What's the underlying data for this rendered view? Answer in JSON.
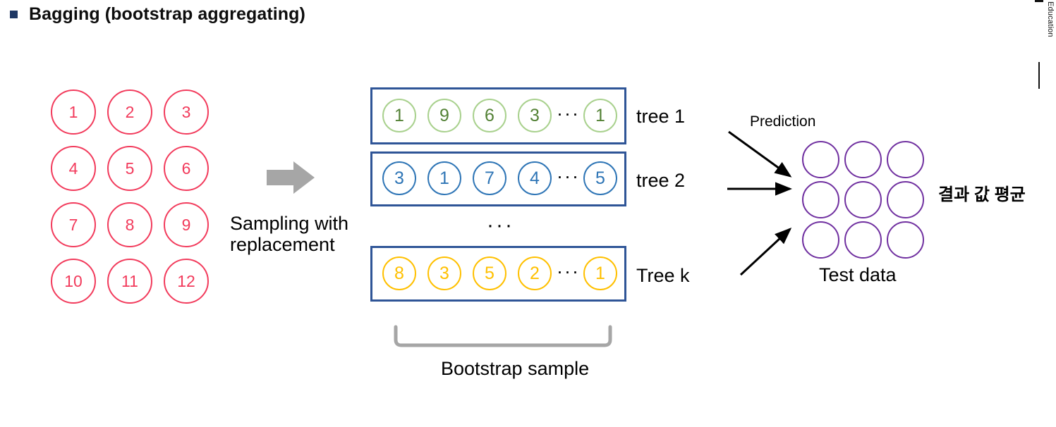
{
  "slide": {
    "title": "Bagging (bootstrap aggregating)",
    "bullet_color": "#1F3864",
    "side_text": "Education"
  },
  "source_grid": {
    "name": "original-dataset",
    "color": "#F23B5C",
    "rows": [
      [
        "1",
        "2",
        "3"
      ],
      [
        "4",
        "5",
        "6"
      ],
      [
        "7",
        "8",
        "9"
      ],
      [
        "10",
        "11",
        "12"
      ]
    ]
  },
  "sampling": {
    "label": "Sampling with\nreplacement",
    "arrow_color": "#A6A6A6"
  },
  "trees": [
    {
      "label": "tree 1",
      "stroke": "#A9D18E",
      "text_color": "#538135",
      "values": [
        "1",
        "9",
        "6",
        "3"
      ],
      "ellipsis": "···",
      "last": "1"
    },
    {
      "label": "tree 2",
      "stroke": "#2E75B6",
      "text_color": "#2E75B6",
      "values": [
        "3",
        "1",
        "7",
        "4"
      ],
      "ellipsis": "···",
      "last": "5"
    },
    {
      "label": "Tree k",
      "stroke": "#FFC000",
      "text_color": "#FFC000",
      "values": [
        "8",
        "3",
        "5",
        "2"
      ],
      "ellipsis": "···",
      "last": "1"
    }
  ],
  "between_trees_ellipsis": "···",
  "bracket": {
    "label": "Bootstrap sample",
    "color": "#A6A6A6"
  },
  "prediction": {
    "label": "Prediction",
    "arrow_color": "#000000",
    "arrow_count": 3
  },
  "test_data": {
    "label": "Test data",
    "circle_color": "#7030A0",
    "rows": 3,
    "cols": 3
  },
  "result": {
    "label": "결과 값 평균"
  },
  "box_border_color": "#2F5597"
}
